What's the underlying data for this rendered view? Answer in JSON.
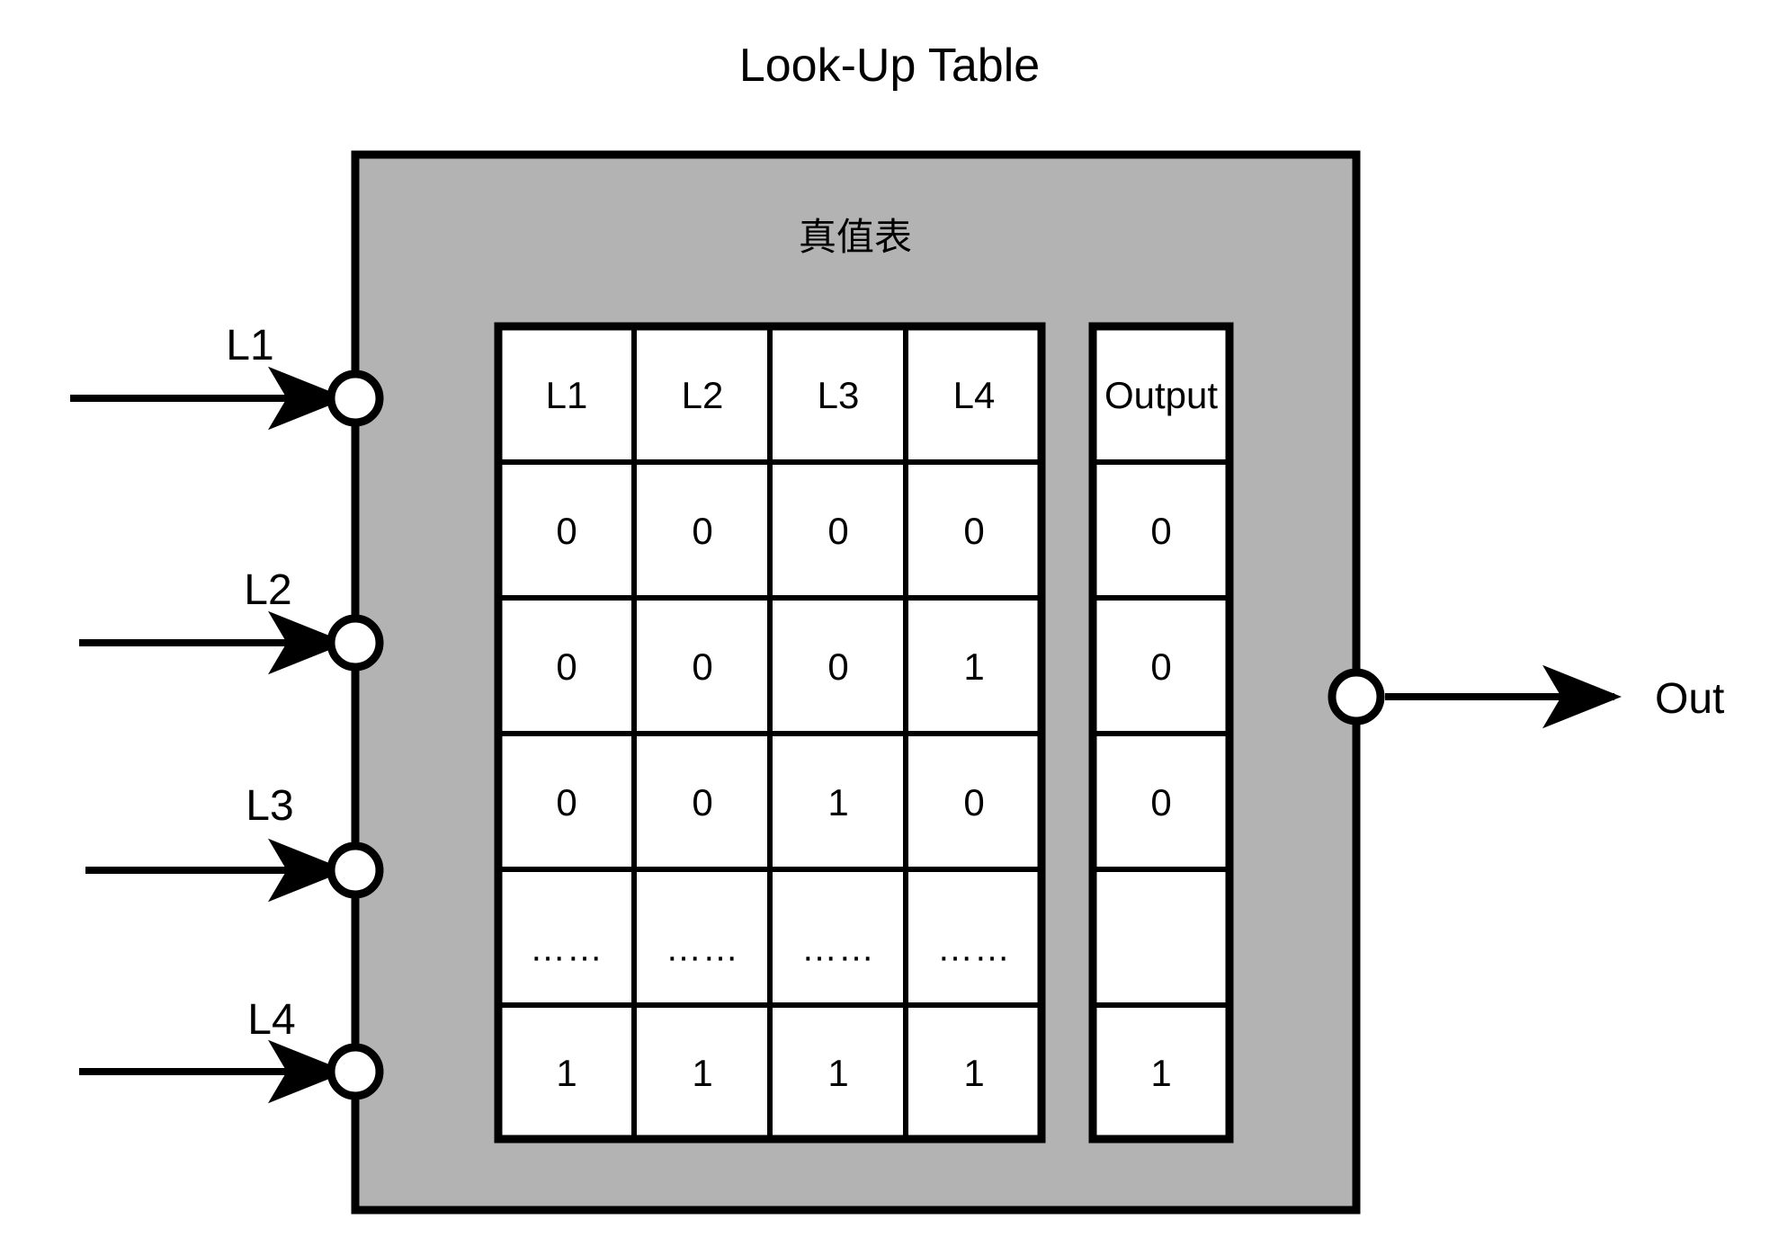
{
  "title": "Look-Up Table",
  "box": {
    "caption": "真值表",
    "fill_color": "#B3B3B3",
    "stroke_color": "#000000"
  },
  "inputs": [
    {
      "label": "L1"
    },
    {
      "label": "L2"
    },
    {
      "label": "L3"
    },
    {
      "label": "L4"
    }
  ],
  "output": {
    "label": "Out"
  },
  "chart_data": {
    "type": "table",
    "title": "真值表",
    "input_columns": [
      "L1",
      "L2",
      "L3",
      "L4"
    ],
    "output_column": "Output",
    "rows": [
      {
        "inputs": [
          "0",
          "0",
          "0",
          "0"
        ],
        "output": "0"
      },
      {
        "inputs": [
          "0",
          "0",
          "0",
          "1"
        ],
        "output": "0"
      },
      {
        "inputs": [
          "0",
          "0",
          "1",
          "0"
        ],
        "output": "0"
      },
      {
        "inputs": [
          "……",
          "……",
          "……",
          "……"
        ],
        "output": ""
      },
      {
        "inputs": [
          "1",
          "1",
          "1",
          "1"
        ],
        "output": "1"
      }
    ]
  }
}
